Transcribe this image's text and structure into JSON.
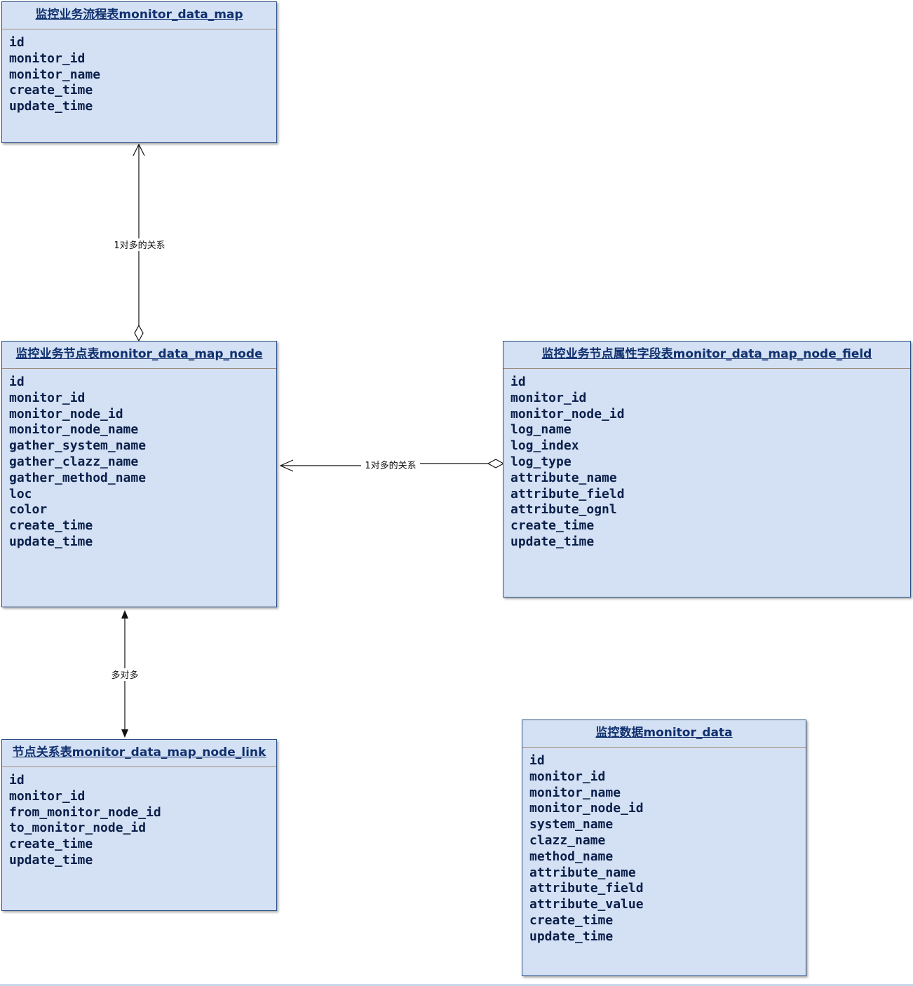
{
  "entities": {
    "monitor_data_map": {
      "title": "监控业务流程表monitor_data_map",
      "fields": [
        "id",
        "monitor_id",
        "monitor_name",
        "create_time",
        "update_time"
      ]
    },
    "monitor_data_map_node": {
      "title": "监控业务节点表monitor_data_map_node",
      "fields": [
        "id",
        "monitor_id",
        "monitor_node_id",
        "monitor_node_name",
        "gather_system_name",
        "gather_clazz_name",
        "gather_method_name",
        "loc",
        "color",
        "create_time",
        "update_time"
      ]
    },
    "monitor_data_map_node_field": {
      "title": "监控业务节点属性字段表monitor_data_map_node_field",
      "fields": [
        "id",
        "monitor_id",
        "monitor_node_id",
        "log_name",
        "log_index",
        "log_type",
        "attribute_name",
        "attribute_field",
        "attribute_ognl",
        "create_time",
        "update_time"
      ]
    },
    "monitor_data_map_node_link": {
      "title": "节点关系表monitor_data_map_node_link",
      "fields": [
        "id",
        "monitor_id",
        "from_monitor_node_id",
        "to_monitor_node_id",
        "create_time",
        "update_time"
      ]
    },
    "monitor_data": {
      "title": "监控数据monitor_data",
      "fields": [
        "id",
        "monitor_id",
        "monitor_name",
        "monitor_node_id",
        "system_name",
        "clazz_name",
        "method_name",
        "attribute_name",
        "attribute_field",
        "attribute_value",
        "create_time",
        "update_time"
      ]
    }
  },
  "relations": {
    "map_to_node": {
      "label": "1对多的关系"
    },
    "node_field_to_node": {
      "label": "1对多的关系"
    },
    "node_to_link": {
      "label": "多对多"
    }
  },
  "colors": {
    "entity_fill": "#d4e1f4",
    "entity_border": "#2a4e84",
    "title_text": "#10306e",
    "field_text": "#0a1f4a",
    "connector": "#111111"
  }
}
